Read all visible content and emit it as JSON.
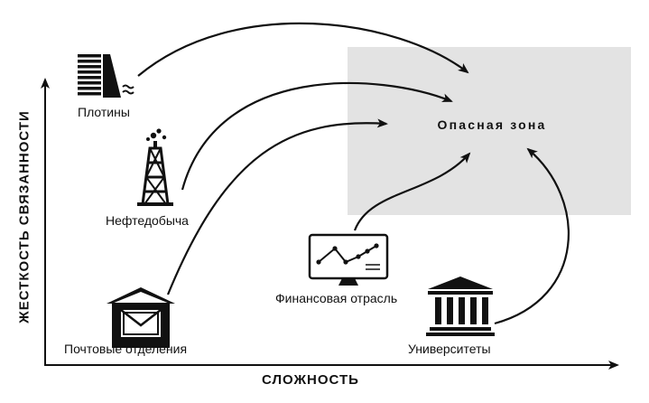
{
  "zone": {
    "label": "Опасная зона",
    "fill": "#e3e3e3"
  },
  "axes": {
    "x_title": "СЛОЖНОСТЬ",
    "y_title": "ЖЕСТКОСТЬ СВЯЗАННОСТИ"
  },
  "industries": [
    {
      "label": "Плотины",
      "icon": "dam-icon"
    },
    {
      "label": "Нефтедобыча",
      "icon": "oil-rig-icon"
    },
    {
      "label": "Почтовые отделения",
      "icon": "post-office-icon"
    },
    {
      "label": "Финансовая отрасль",
      "icon": "financial-chart-icon"
    },
    {
      "label": "Университеты",
      "icon": "university-icon"
    }
  ],
  "colors": {
    "ink": "#111111",
    "zone": "#e3e3e3",
    "background": "#ffffff"
  }
}
